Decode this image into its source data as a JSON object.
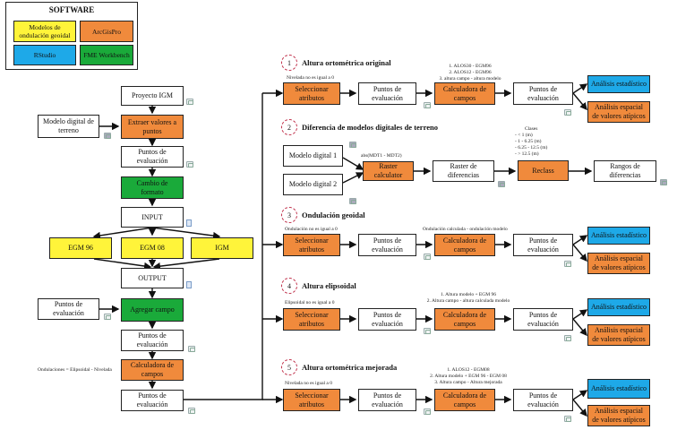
{
  "legend": {
    "title": "SOFTWARE",
    "items": [
      {
        "label": "Modelos de ondulación geoidal",
        "color": "#fff43a"
      },
      {
        "label": "ArcGisPro",
        "color": "#f08a3c"
      },
      {
        "label": "RStudio",
        "color": "#1ea9e8"
      },
      {
        "label": "FME Workbench",
        "color": "#1aaa3a"
      }
    ]
  },
  "main_flow": {
    "proyecto": "Proyecto IGM",
    "mdt": "Modelo digital de terreno",
    "extraer": "Extraer valores a puntos",
    "puntos1": "Puntos de evaluación",
    "cambio": "Cambio de formato",
    "input": "INPUT",
    "egm96": "EGM 96",
    "egm08": "EGM 08",
    "igm": "IGM",
    "output": "OUTPUT",
    "puntos_ext": "Puntos de evaluación",
    "agregar": "Agregar campo",
    "puntos2": "Puntos de evaluación",
    "calc": "Calculadora de campos",
    "calc_note": "Ondulaciones = Elipsoidal - Nivelada",
    "puntos3": "Puntos de evaluación"
  },
  "sections": [
    {
      "num": "1",
      "title": "Altura ortométrica original",
      "select_note": "Nivelada no es igual a 0",
      "select": "Seleccionar atributos",
      "puntos_a": "Puntos de evaluación",
      "calc_note": [
        "1. ALOS30 - EGM96",
        "2. ALOS12 - EGM96",
        "3. altura campo - altura modelo"
      ],
      "calc": "Calculadora de campos",
      "puntos_b": "Puntos de evaluación",
      "stat": "Análisis estadístico",
      "spatial": "Análisis espacial de valores atípicos"
    },
    {
      "num": "2",
      "title": "Diferencia de modelos digitales de terreno",
      "mdt1": "Modelo digital 1",
      "mdt2": "Modelo digital 2",
      "raster_note": "abs(MDT1 - MDT2)",
      "raster_calc": "Raster calculator",
      "raster_dif": "Raster de diferencias",
      "classes_note": [
        "Clases",
        "- < 1 (m)",
        "- 1 - 6.25 (m)",
        "- 6.25 - 12.5 (m)",
        "- > 12.5 (m)"
      ],
      "reclass": "Reclass",
      "rangos": "Rangos de diferencias"
    },
    {
      "num": "3",
      "title": "Ondulación geoidal",
      "select_note": "Ondulación no es igual a 0",
      "select": "Seleccionar atributos",
      "puntos_a": "Puntos de evaluación",
      "calc_note": [
        "Ondulación calculada - ondulación modelo"
      ],
      "calc": "Calculadora de campos",
      "puntos_b": "Puntos de evaluación",
      "stat": "Análisis estadístico",
      "spatial": "Análisis espacial de valores atípicos"
    },
    {
      "num": "4",
      "title": "Altura elipsoidal",
      "select_note": "Elipsoidal no es igual a 0",
      "select": "Seleccionar atributos",
      "puntos_a": "Puntos de evaluación",
      "calc_note": [
        "1. Altura modelo + EGM 96",
        "2. Altura campo - altura calculada modelo"
      ],
      "calc": "Calculadora de campos",
      "puntos_b": "Puntos de evaluación",
      "stat": "Análisis estadístico",
      "spatial": "Análisis espacial de valores atípicos"
    },
    {
      "num": "5",
      "title": "Altura ortométrica mejorada",
      "select_note": "Nivelada no es igual a 0",
      "select": "Seleccionar atributos",
      "puntos_a": "Puntos de evaluación",
      "calc_note": [
        "1. ALOS12 - EGM08",
        "2. Altura modelo + EGM 96 - EGM 08",
        "3. Altura campo - Altura mejorada"
      ],
      "calc": "Calculadora de campos",
      "puntos_b": "Puntos de evaluación",
      "stat": "Análisis estadístico",
      "spatial": "Análisis espacial de valores atípicos"
    }
  ]
}
